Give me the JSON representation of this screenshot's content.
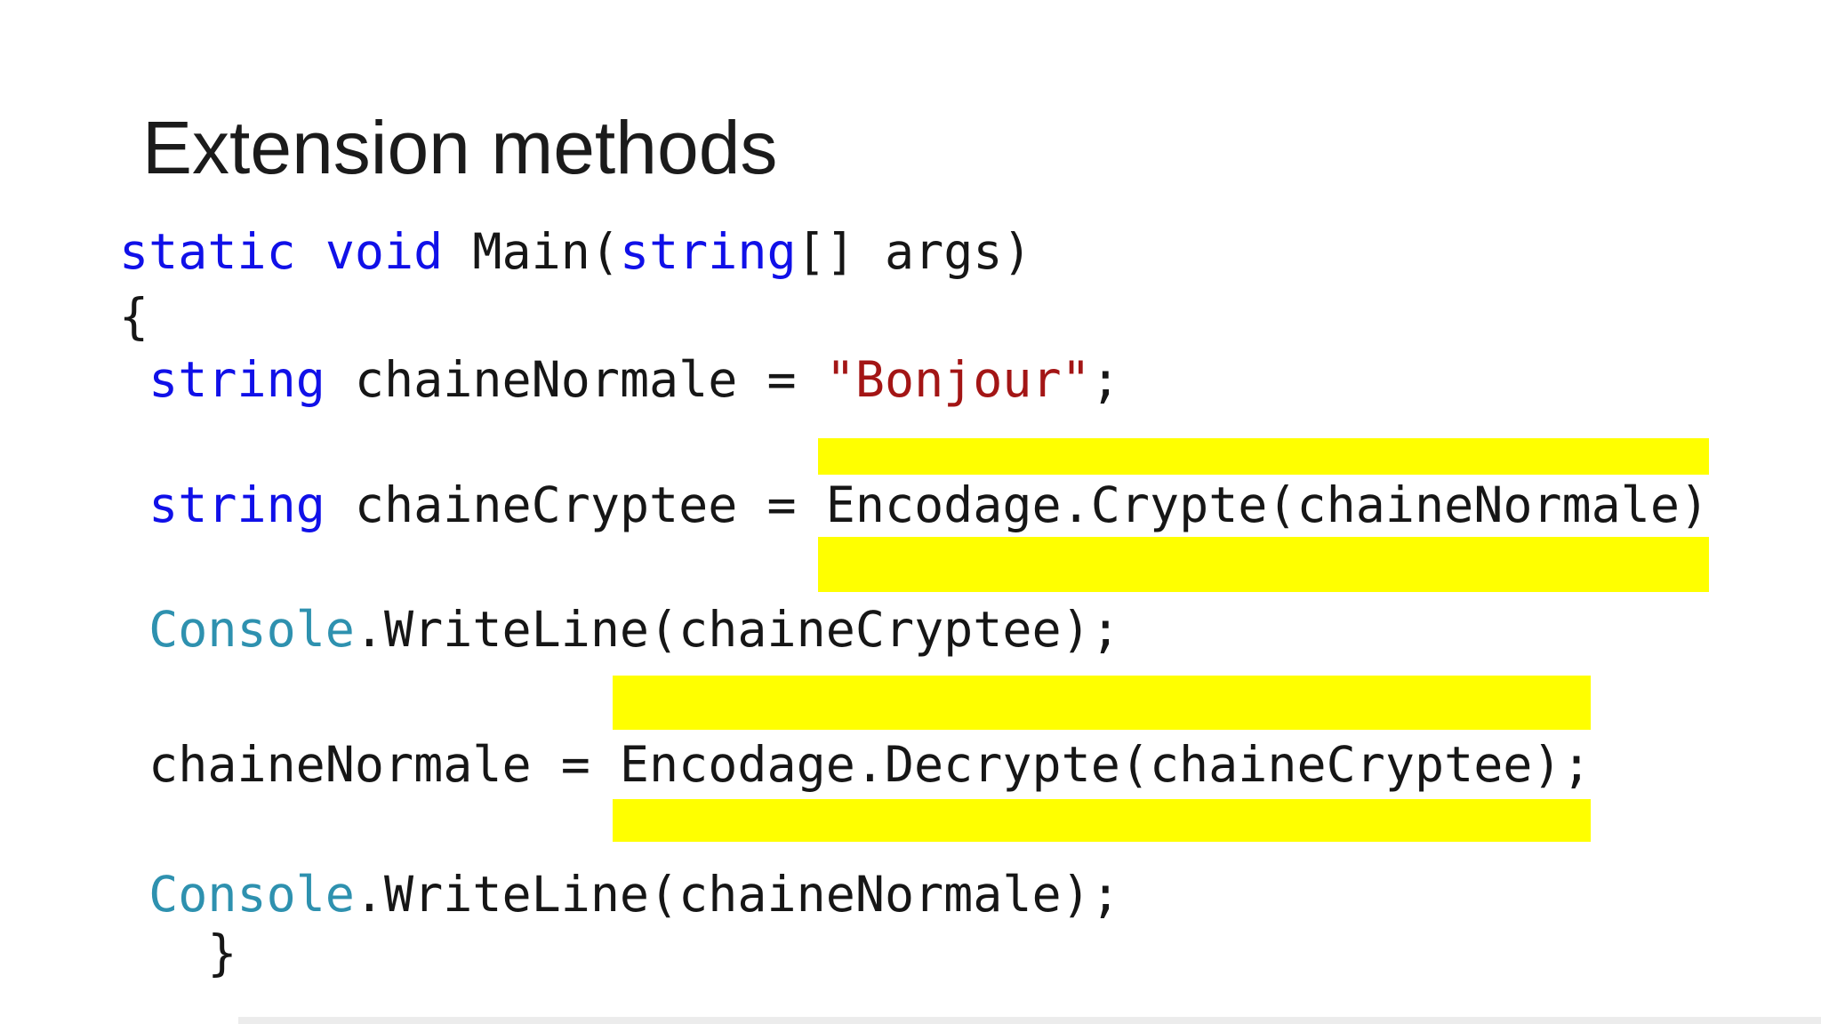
{
  "slide": {
    "title": "Extension methods"
  },
  "colors": {
    "keyword": "#1010e8",
    "type": "#2e91af",
    "string": "#a31515",
    "code": "#161616",
    "title": "#1b1b1b",
    "highlight": "#ffff00",
    "background": "#ffffff",
    "edge": "#ececec"
  },
  "highlights": {
    "color": "#ffff00",
    "emphasized": [
      "Encodage.Crypte(chaineNormale)",
      "Encodage.Decrypte(chaineCryptee);"
    ]
  },
  "code": {
    "language": "csharp",
    "lines": [
      {
        "tokens": [
          {
            "text": "static",
            "type": "keyword"
          },
          {
            "text": " ",
            "type": "plain"
          },
          {
            "text": "void",
            "type": "keyword"
          },
          {
            "text": " Main(",
            "type": "plain"
          },
          {
            "text": "string",
            "type": "keyword"
          },
          {
            "text": "[] args)",
            "type": "plain"
          }
        ]
      },
      {
        "tokens": [
          {
            "text": "{",
            "type": "plain"
          }
        ]
      },
      {
        "tokens": [
          {
            "text": " ",
            "type": "plain"
          },
          {
            "text": "string",
            "type": "keyword"
          },
          {
            "text": " chaineNormale = ",
            "type": "plain"
          },
          {
            "text": "\"Bonjour\"",
            "type": "string"
          },
          {
            "text": ";",
            "type": "plain"
          }
        ]
      },
      {
        "tokens": [
          {
            "text": " ",
            "type": "plain"
          },
          {
            "text": "string",
            "type": "keyword"
          },
          {
            "text": " chaineCryptee = Encodage.Crypte(chaineNormale)",
            "type": "plain"
          }
        ]
      },
      {
        "tokens": [
          {
            "text": " ",
            "type": "plain"
          },
          {
            "text": "Console",
            "type": "type"
          },
          {
            "text": ".WriteLine(chaineCryptee);",
            "type": "plain"
          }
        ]
      },
      {
        "tokens": [
          {
            "text": " chaineNormale = Encodage.Decrypte(chaineCryptee);",
            "type": "plain"
          }
        ]
      },
      {
        "tokens": [
          {
            "text": " ",
            "type": "plain"
          },
          {
            "text": "Console",
            "type": "type"
          },
          {
            "text": ".WriteLine(chaineNormale);",
            "type": "plain"
          }
        ]
      },
      {
        "tokens": [
          {
            "text": "   }",
            "type": "plain"
          }
        ]
      }
    ]
  }
}
